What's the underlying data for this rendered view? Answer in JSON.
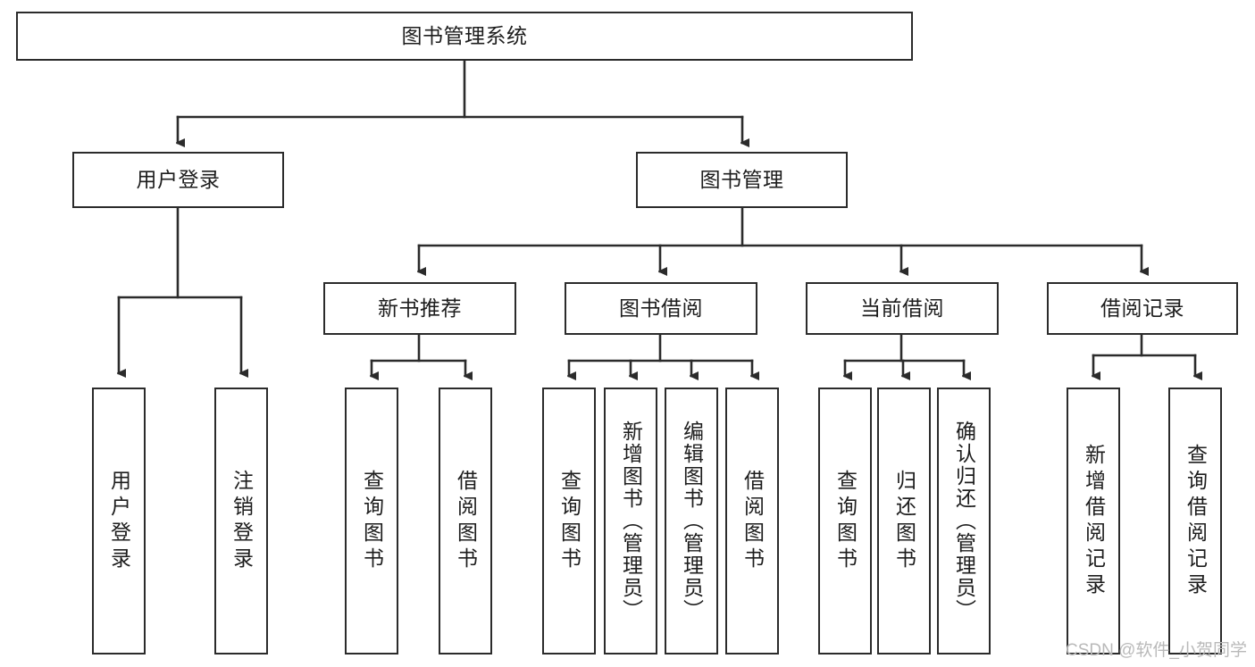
{
  "diagram": {
    "type": "tree-hierarchy",
    "title": "图书管理系统",
    "watermark": "CSDN @软件_小贺同学",
    "colors": {
      "box_border": "#2b2b2b",
      "box_fill": "#ffffff",
      "connector": "#2b2b2b",
      "text": "#1d1d1d",
      "watermark": "#b9b9b9",
      "background": "#ffffff"
    },
    "levels": {
      "root": {
        "label": "图书管理系统"
      },
      "level2": [
        {
          "id": "user-login",
          "label": "用户登录"
        },
        {
          "id": "book-management",
          "label": "图书管理"
        }
      ],
      "level3": [
        {
          "id": "new-book-recommend",
          "label": "新书推荐",
          "parent": "book-management"
        },
        {
          "id": "book-borrow",
          "label": "图书借阅",
          "parent": "book-management"
        },
        {
          "id": "current-borrow",
          "label": "当前借阅",
          "parent": "book-management"
        },
        {
          "id": "borrow-record",
          "label": "借阅记录",
          "parent": "book-management"
        }
      ],
      "leaves": [
        {
          "id": "leaf-user-login",
          "label": "用户登录",
          "parent": "user-login"
        },
        {
          "id": "leaf-logout",
          "label": "注销登录",
          "parent": "user-login"
        },
        {
          "id": "leaf-query-book-1",
          "label": "查询图书",
          "parent": "new-book-recommend"
        },
        {
          "id": "leaf-borrow-book-1",
          "label": "借阅图书",
          "parent": "new-book-recommend"
        },
        {
          "id": "leaf-query-book-2",
          "label": "查询图书",
          "parent": "book-borrow"
        },
        {
          "id": "leaf-add-book",
          "label": "新增图书（管理员）",
          "parent": "book-borrow"
        },
        {
          "id": "leaf-edit-book",
          "label": "编辑图书（管理员）",
          "parent": "book-borrow"
        },
        {
          "id": "leaf-borrow-book-2",
          "label": "借阅图书",
          "parent": "book-borrow"
        },
        {
          "id": "leaf-query-book-3",
          "label": "查询图书",
          "parent": "current-borrow"
        },
        {
          "id": "leaf-return-book",
          "label": "归还图书",
          "parent": "current-borrow"
        },
        {
          "id": "leaf-confirm-return",
          "label": "确认归还（管理员）",
          "parent": "current-borrow"
        },
        {
          "id": "leaf-add-record",
          "label": "新增借阅记录",
          "parent": "borrow-record"
        },
        {
          "id": "leaf-query-record",
          "label": "查询借阅记录",
          "parent": "borrow-record"
        }
      ]
    }
  }
}
